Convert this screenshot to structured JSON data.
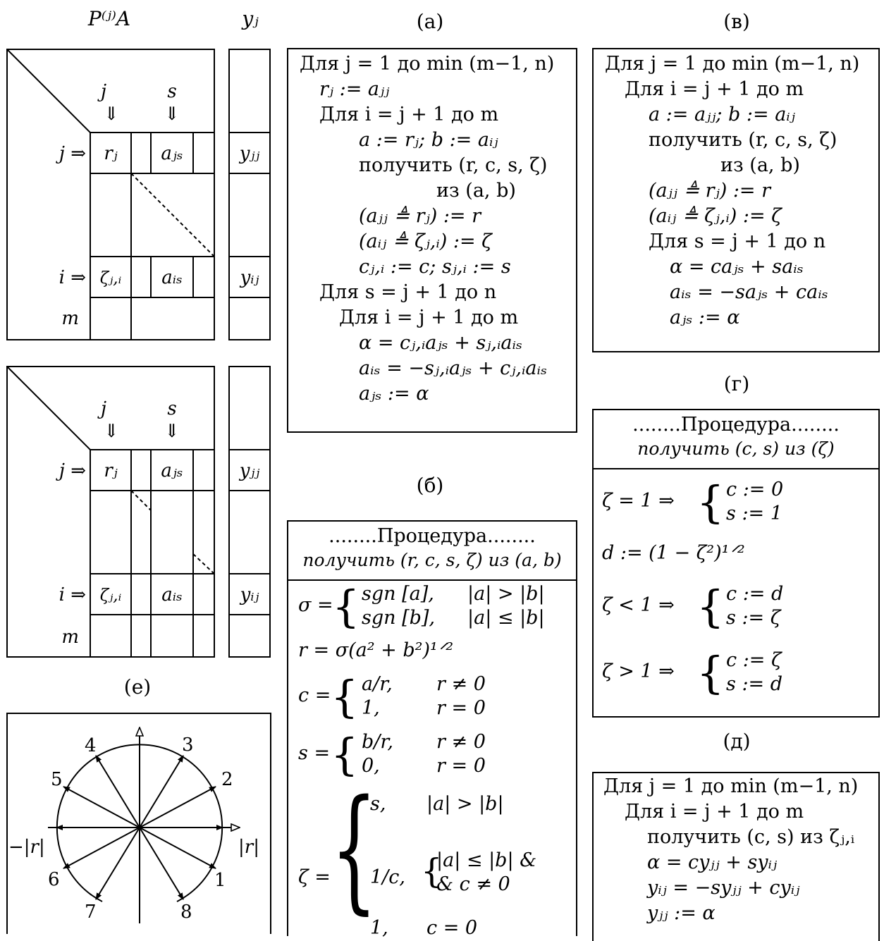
{
  "labels": {
    "matrix_head": "P⁽ʲ⁾A",
    "y_head": "yⱼ",
    "cap_a": "(а)",
    "cap_b": "(б)",
    "cap_v": "(в)",
    "cap_g": "(г)",
    "cap_d": "(д)",
    "cap_e": "(е)"
  },
  "matrix": {
    "j": "j",
    "s": "s",
    "arrow_down": "⇓",
    "row_j": "j ⇒",
    "row_i": "i ⇒",
    "row_m": "m",
    "r_j": "rⱼ",
    "a_js": "aⱼₛ",
    "zeta_ji": "ζⱼ,ᵢ",
    "a_is": "aᵢₛ",
    "y_jj": "yⱼⱼ",
    "y_ij": "yᵢⱼ"
  },
  "algo_a": [
    "Для j = 1 до min (m−1, n)",
    "rⱼ := aⱼⱼ",
    "Для i = j + 1 до m",
    "a := rⱼ; b := aᵢⱼ",
    "получить (r, c, s, ζ)",
    "из (a, b)",
    "(aⱼⱼ ≜ rⱼ) := r",
    "(aᵢⱼ ≜ ζⱼ,ᵢ) := ζ",
    "cⱼ,ᵢ := c; sⱼ,ᵢ := s",
    "Для s = j + 1 до n",
    "Для i = j + 1 до m",
    "α = cⱼ,ᵢaⱼₛ + sⱼ,ᵢaᵢₛ",
    "aᵢₛ = −sⱼ,ᵢaⱼₛ + cⱼ,ᵢaᵢₛ",
    "aⱼₛ := α"
  ],
  "algo_v": [
    "Для j = 1 до min (m−1, n)",
    "Для i = j + 1 до m",
    "a := aⱼⱼ; b := aᵢⱼ",
    "получить (r, c, s, ζ)",
    "из (a, b)",
    "(aⱼⱼ ≜ rⱼ) := r",
    "(aᵢⱼ ≜ ζⱼ,ᵢ) := ζ",
    "Для s = j + 1 до n",
    "α = caⱼₛ + saᵢₛ",
    "aᵢₛ = −saⱼₛ + caᵢₛ",
    "aⱼₛ := α"
  ],
  "proc_b": {
    "title": "........Процедура........",
    "subtitle": "получить (r, c, s, ζ) из (a, b)",
    "sigma_lhs": "σ =",
    "sigma_1": "sgn [a],",
    "sigma_1c": "|a| > |b|",
    "sigma_2": "sgn [b],",
    "sigma_2c": "|a| ≤ |b|",
    "r_line": "r = σ(a² + b²)¹ᐟ²",
    "c_lhs": "c =",
    "c_1": "a/r,",
    "c_1c": "r ≠ 0",
    "c_2": "1,",
    "c_2c": "r = 0",
    "s_lhs": "s =",
    "s_1": "b/r,",
    "s_1c": "r ≠ 0",
    "s_2": "0,",
    "s_2c": "r = 0",
    "z_lhs": "ζ =",
    "z_1": "s,",
    "z_1c": "|a| > |b|",
    "z_2": "1/c,",
    "z_2c1": "|a| ≤ |b|  &",
    "z_2c2": "&  c ≠ 0",
    "z_3": "1,",
    "z_3c": "c = 0"
  },
  "proc_g": {
    "title": "........Процедура........",
    "subtitle": "получить (c, s) из (ζ)",
    "c1_lhs": "ζ = 1  ⇒",
    "c1_a": "c := 0",
    "c1_b": "s := 1",
    "d_line": "d := (1 − ζ²)¹ᐟ²",
    "c2_lhs": "ζ < 1  ⇒",
    "c2_a": "c := d",
    "c2_b": "s := ζ",
    "c3_lhs": "ζ > 1  ⇒",
    "c3_a": "c := ζ",
    "c3_b": "s := d"
  },
  "algo_d": [
    "Для j = 1 до min (m−1, n)",
    "Для i = j + 1 до m",
    "получить (c, s) из ζⱼ,ᵢ",
    "α = cyⱼⱼ + syᵢⱼ",
    "yᵢⱼ = −syⱼⱼ + cyᵢⱼ",
    "yⱼⱼ := α"
  ],
  "circle": {
    "n1": "1",
    "n2": "2",
    "n3": "3",
    "n4": "4",
    "n5": "5",
    "n6": "6",
    "n7": "7",
    "n8": "8",
    "pos_r": "|r|",
    "neg_r": "−|r|"
  }
}
